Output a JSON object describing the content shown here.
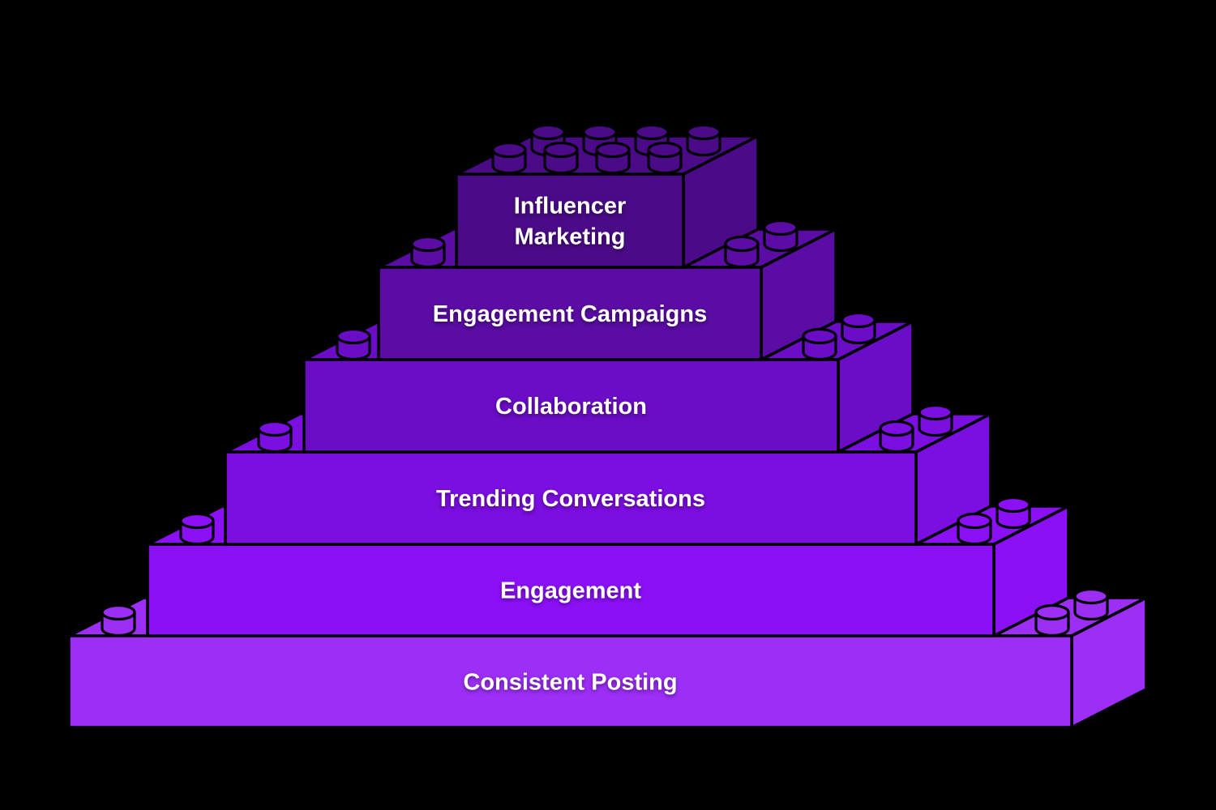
{
  "background_color": "#000000",
  "outline_color": "#000000",
  "label_color": "#ffffff",
  "pyramid": {
    "description": "lego-brick-pyramid-6-levels",
    "levels": [
      {
        "id": "influencer-marketing",
        "lines": [
          "Influencer",
          "Marketing"
        ],
        "color": "#4B0B88"
      },
      {
        "id": "engagement-campaigns",
        "lines": [
          "Engagement Campaigns"
        ],
        "color": "#5A0CA4"
      },
      {
        "id": "collaboration",
        "lines": [
          "Collaboration"
        ],
        "color": "#6B0DC6"
      },
      {
        "id": "trending-conversations",
        "lines": [
          "Trending Conversations"
        ],
        "color": "#7B0EE0"
      },
      {
        "id": "engagement",
        "lines": [
          "Engagement"
        ],
        "color": "#8B10F6"
      },
      {
        "id": "consistent-posting",
        "lines": [
          "Consistent Posting"
        ],
        "color": "#9C2EF6"
      }
    ]
  }
}
